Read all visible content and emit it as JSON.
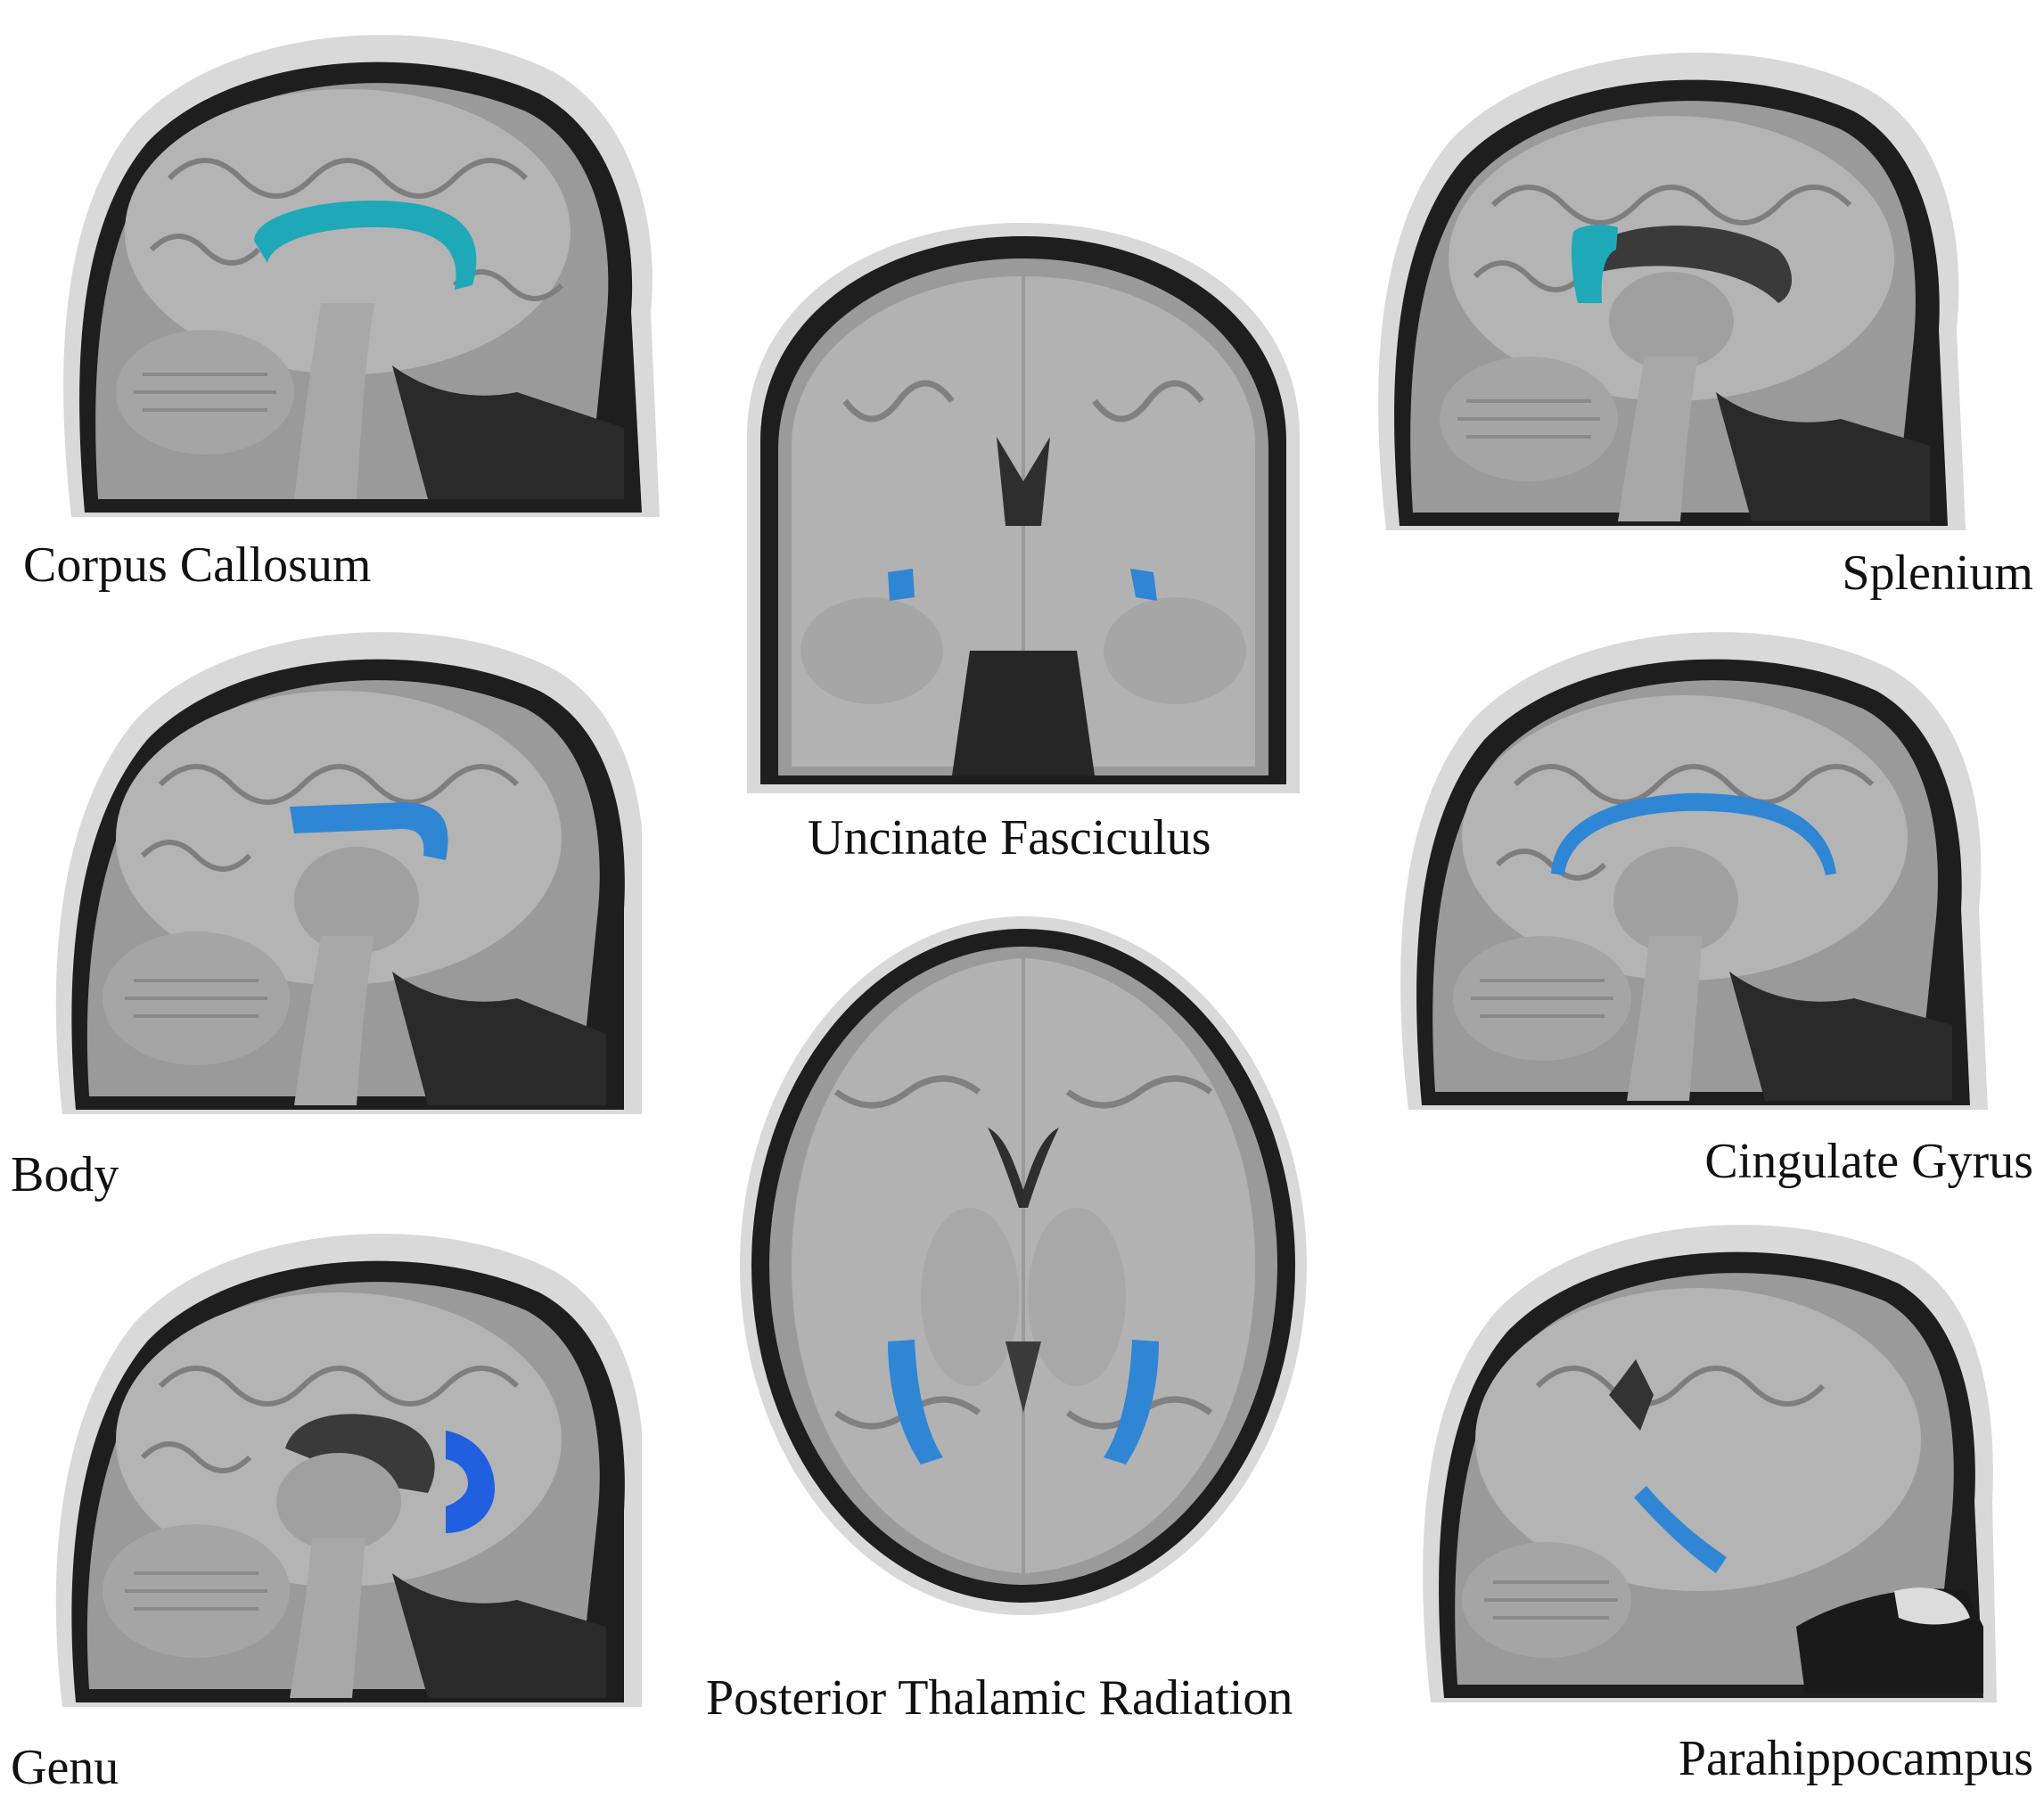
{
  "figure": {
    "panels": [
      {
        "id": "corpus-callosum",
        "view": "sagittal",
        "label": "Corpus Callosum"
      },
      {
        "id": "body",
        "view": "sagittal",
        "label": "Body"
      },
      {
        "id": "genu",
        "view": "sagittal",
        "label": "Genu"
      },
      {
        "id": "uncinate-fasciculus",
        "view": "coronal",
        "label": "Uncinate Fasciculus"
      },
      {
        "id": "posterior-thalamic-radiation",
        "view": "axial",
        "label": "Posterior Thalamic Radiation"
      },
      {
        "id": "splenium",
        "view": "sagittal",
        "label": "Splenium"
      },
      {
        "id": "cingulate-gyrus",
        "view": "sagittal",
        "label": "Cingulate Gyrus"
      },
      {
        "id": "parahippocampus",
        "view": "sagittal",
        "label": "Parahippocampus"
      }
    ],
    "colors": {
      "highlight_teal": "#1fa9b8",
      "highlight_blue": "#2f86d4",
      "highlight_royal": "#1f5fe0",
      "brain_gray": "#9a9a9a",
      "skull_dark": "#1e1e1e"
    }
  }
}
